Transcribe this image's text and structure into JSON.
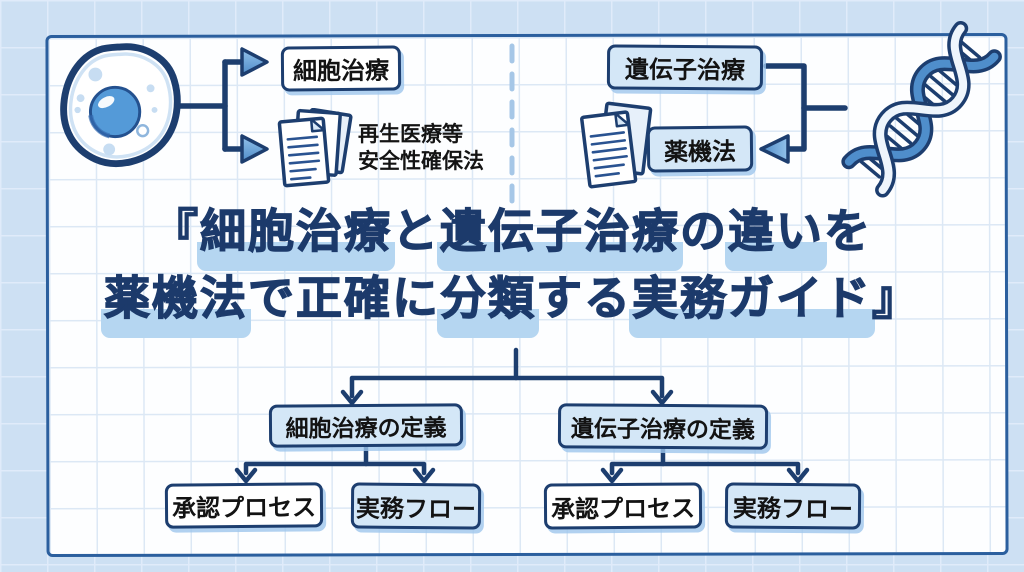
{
  "colors": {
    "navy": "#1d3e6f",
    "frame_blue": "#2b5f9e",
    "light_blue_fill": "#d4e7f7",
    "highlight_blue": "#b5d6f1",
    "arrow_fill_top": "#93c2ea",
    "arrow_fill_bottom": "#4e8bc8",
    "grid_bg_outer": "#cde0f3",
    "grid_bg_inner": "#fdfeff"
  },
  "icons": {
    "cell": "cell-illustration-icon",
    "documents_left": "documents-stack-icon",
    "documents_right": "documents-stack-icon",
    "dna": "dna-helix-icon",
    "divider": "dashed-divider"
  },
  "top_left": {
    "cell_label": "細胞治療",
    "doc_caption_line1": "再生医療等",
    "doc_caption_line2": "安全性確保法"
  },
  "top_right": {
    "gene_label": "遺伝子治療",
    "law_label": "薬機法"
  },
  "title": {
    "full_text": "『細胞治療と遺伝子治療の違いを薬機法で正確に分類する実務ガイド』",
    "line1_segments": [
      {
        "text": "『",
        "hl": false
      },
      {
        "text": "細胞治療",
        "hl": true
      },
      {
        "text": "と",
        "hl": false
      },
      {
        "text": "遺伝子治療",
        "hl": true
      },
      {
        "text": "の",
        "hl": false
      },
      {
        "text": "違い",
        "hl": true
      },
      {
        "text": "を",
        "hl": false
      }
    ],
    "line2_segments": [
      {
        "text": "薬機法",
        "hl": true
      },
      {
        "text": "で正確に",
        "hl": false
      },
      {
        "text": "分類",
        "hl": true
      },
      {
        "text": "する",
        "hl": false
      },
      {
        "text": "実務ガイド",
        "hl": true
      },
      {
        "text": "』",
        "hl": false
      }
    ]
  },
  "flowchart": {
    "cell_definition": "細胞治療の定義",
    "gene_definition": "遺伝子治療の定義",
    "cell_children": [
      "承認プロセス",
      "実務フロー"
    ],
    "gene_children": [
      "承認プロセス",
      "実務フロー"
    ]
  }
}
